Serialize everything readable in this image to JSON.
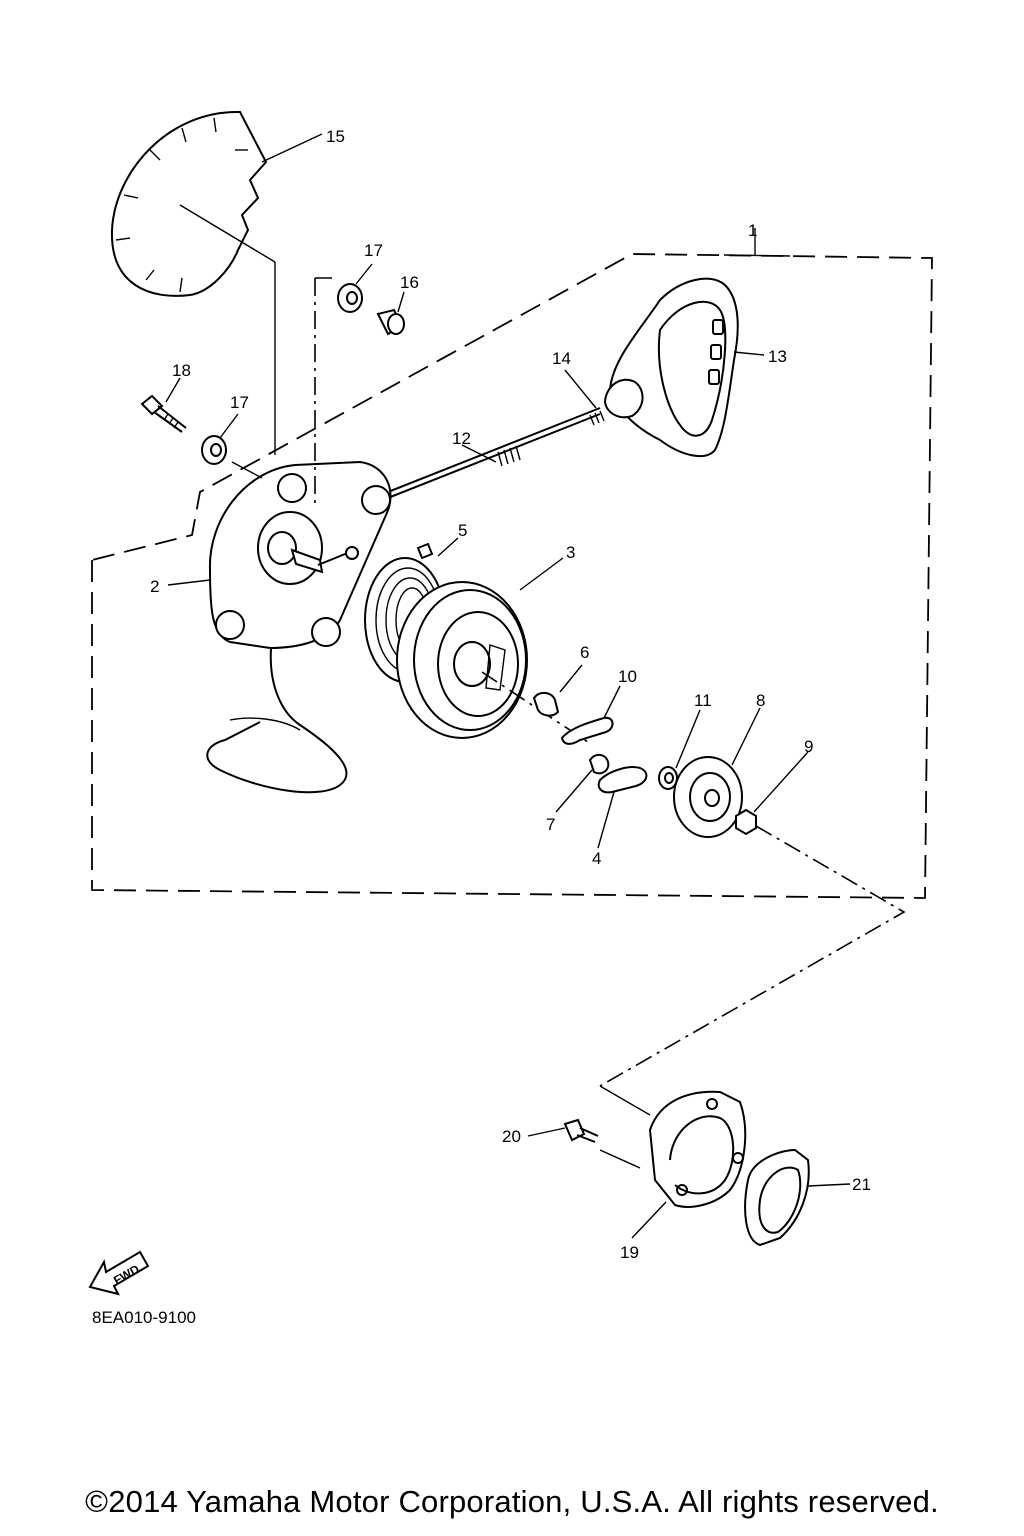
{
  "part_labels": [
    "1",
    "2",
    "3",
    "4",
    "5",
    "6",
    "7",
    "8",
    "9",
    "10",
    "11",
    "12",
    "13",
    "14",
    "15",
    "16",
    "17",
    "17",
    "18",
    "19",
    "20",
    "21"
  ],
  "fwd_label": "FWD",
  "diagram_code": "8EA010-9100",
  "copyright": "©2014 Yamaha Motor Corporation, U.S.A. All rights reserved."
}
